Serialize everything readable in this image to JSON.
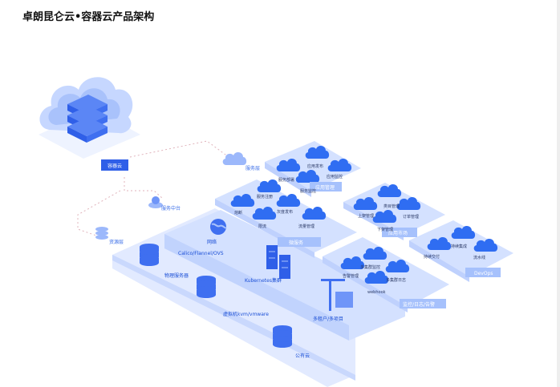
{
  "title": "卓朗昆仑云•容器云产品架构",
  "colors": {
    "cloud_blue": "#2f6df2",
    "cloud_light": "#b9cdfd",
    "platform": "#e3ebff",
    "platform_edge": "#c7d6fc",
    "label_box": "#aec6fd",
    "label_text": "#3a6ee8",
    "small_text": "#2b3a66",
    "dotted_line": "#e0b3bb",
    "dark_label": "#1b4fd6"
  },
  "labels": {
    "rongqiyun_badge": "容器云",
    "service_layer": "服务层",
    "service_platform": "服务中台",
    "resource_layer": "资源层",
    "app_mgmt_a": "应用管理",
    "app_publish": "应用发布",
    "app_monitor": "应用监控",
    "service_deploy": "服务部署",
    "service_monitor": "服务监控",
    "app_market": "应用市场",
    "online_mgmt": "上架管理",
    "category_mgmt": "类目管理",
    "order_mgmt": "订单管理",
    "download_mgmt": "下架管理",
    "devops": "DevOps",
    "ci": "持续集成",
    "cd": "持续交付",
    "pipeline": "流水线",
    "microservice": "微服务",
    "service_registry": "服务注册",
    "gray_release": "灰度发布",
    "traffic_mgmt": "流量管理",
    "circuit_breaker": "熔断",
    "rate_limit": "限流",
    "monitor_log": "监控/日志/告警",
    "alarm_mgmt": "告警管理",
    "multi_cluster_monitor": "多集群监控",
    "multi_cluster_log": "多集群日志",
    "webhook": "webhook",
    "network": "网络",
    "network_types": "Calico/Flannel/OVS",
    "kubernetes": "Kubernetes集群",
    "multi_tenant": "多租户/多项目",
    "physical_server": "物理服务器",
    "vm": "虚拟机kvm/vmware",
    "public_cloud": "公有云"
  }
}
